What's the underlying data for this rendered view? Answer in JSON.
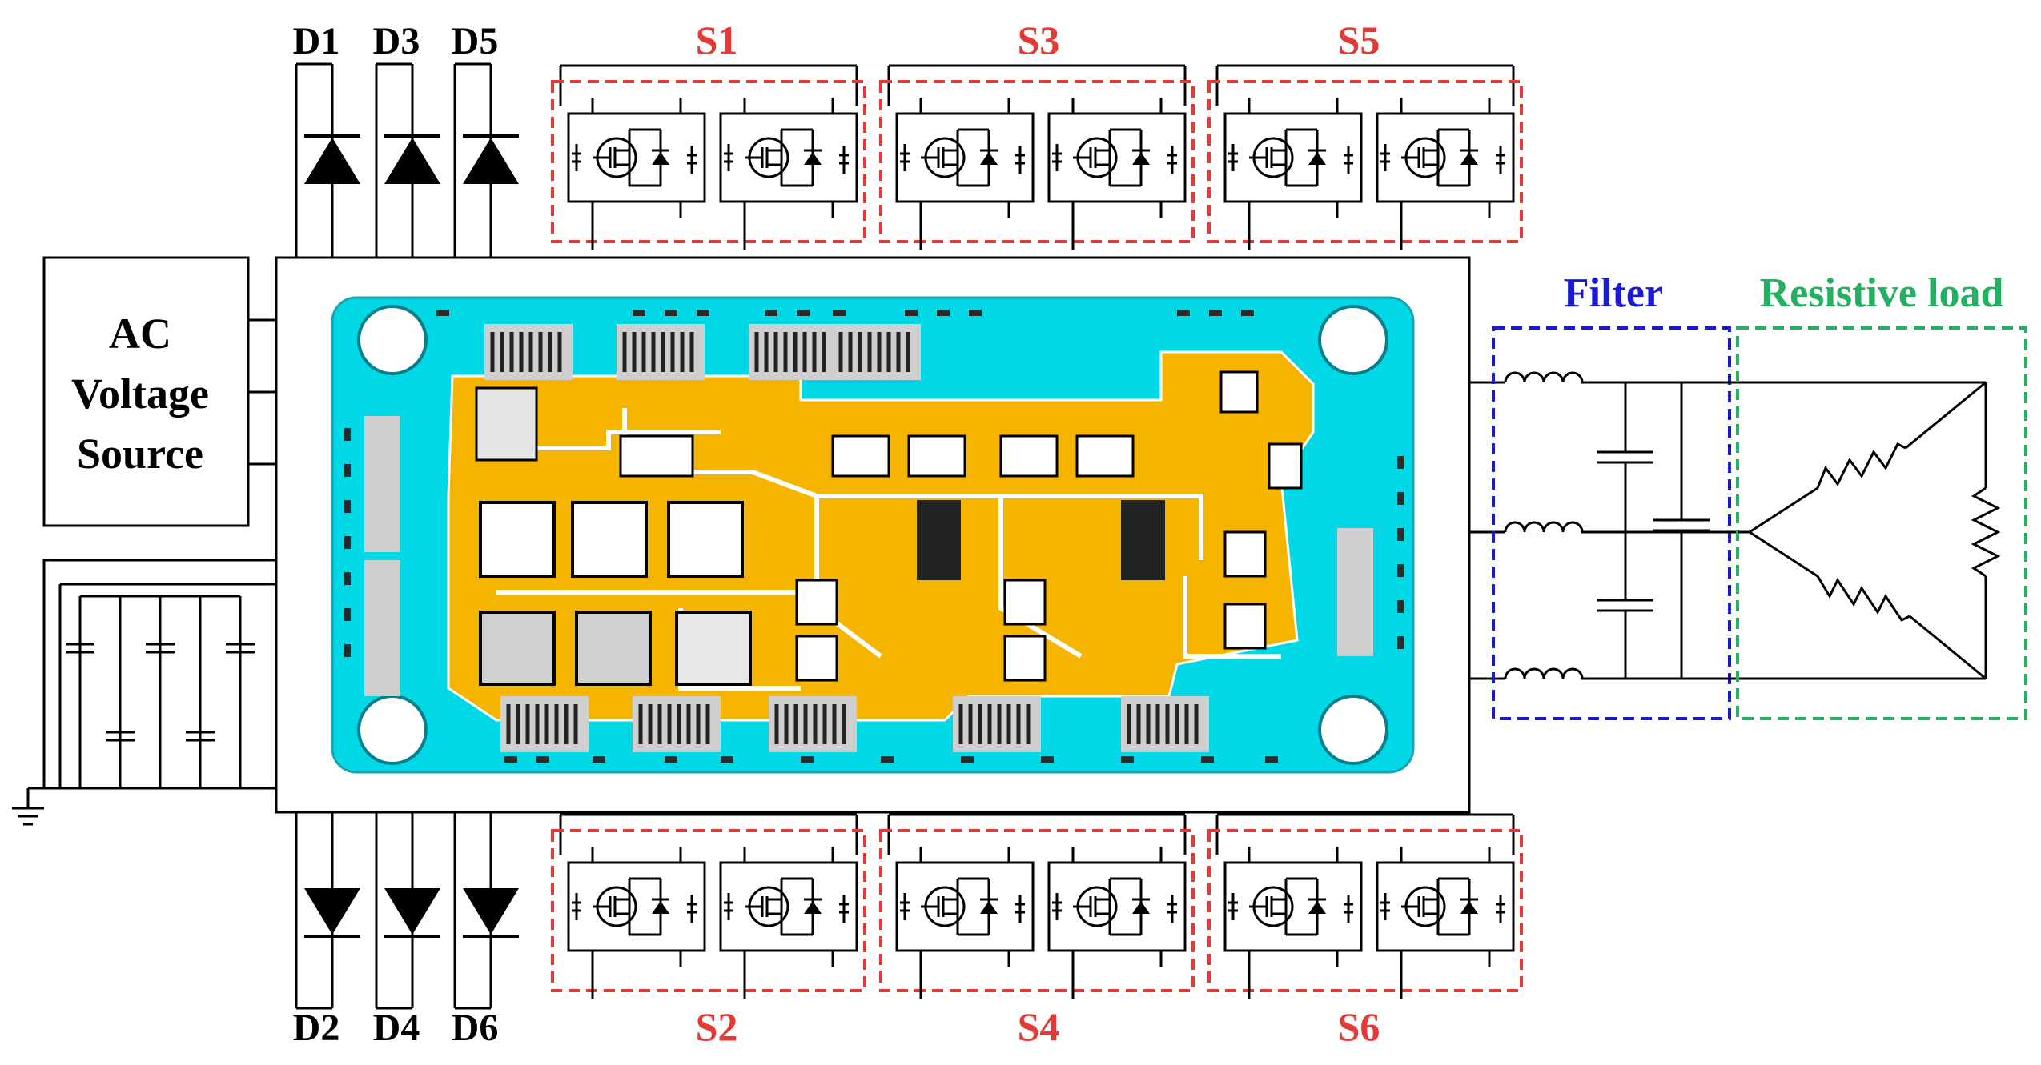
{
  "labels": {
    "d1": "D1",
    "d3": "D3",
    "d5": "D5",
    "d2": "D2",
    "d4": "D4",
    "d6": "D6",
    "s1": "S1",
    "s3": "S3",
    "s5": "S5",
    "s2": "S2",
    "s4": "S4",
    "s6": "S6",
    "source_line1": "AC",
    "source_line2": "Voltage",
    "source_line3": "Source",
    "filter": "Filter",
    "load": "Resistive load"
  },
  "colors": {
    "switch_box": "#e53935",
    "filter_box": "#1a1ad6",
    "load_box": "#22b061",
    "substrate": "#00d8e6",
    "copper": "#f5b400",
    "wire": "#000000",
    "pad": "#d9d9d9"
  },
  "icons": {
    "diode": "diode-symbol",
    "mosfet": "mosfet-symbol",
    "capacitor": "capacitor-symbol",
    "inductor": "inductor-symbol",
    "resistor": "resistor-symbol",
    "ground": "ground-symbol"
  }
}
